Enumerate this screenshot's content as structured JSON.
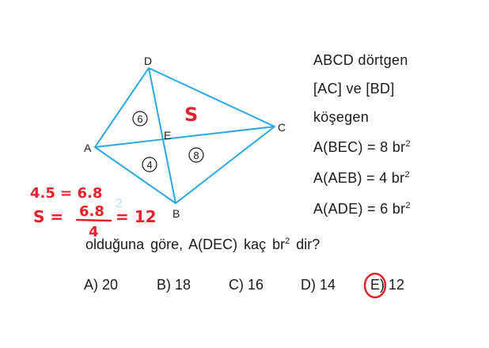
{
  "figure": {
    "vertex_labels": {
      "A": "A",
      "B": "B",
      "C": "C",
      "D": "D",
      "E": "E"
    },
    "area_labels": {
      "top_left": "6",
      "bottom_left": "4",
      "bottom_right": "8"
    },
    "unknown_area_label": "S"
  },
  "given": {
    "line1": "ABCD  dörtgen",
    "line2": "[AC]  ve  [BD]",
    "line3": "köşegen",
    "line4": "A(BEC) = 8 br",
    "line5": "A(AEB) = 4 br",
    "line6": "A(ADE) = 6 br",
    "exponent": "2"
  },
  "question": {
    "text_before": "olduğuna göre,  A(DEC)  kaç  br",
    "exponent": "2",
    "text_after": "  dir?"
  },
  "choices": [
    {
      "label": "A) 20"
    },
    {
      "label": "B) 18"
    },
    {
      "label": "C) 16"
    },
    {
      "label": "D) 14"
    },
    {
      "label": "E) 12"
    }
  ],
  "handwritten": {
    "line1": "4.5 = 6.8",
    "line2_left": "S =",
    "fraction_num": "6.8",
    "fraction_den": "4",
    "line2_right": "= 12",
    "faded_mark": "2"
  },
  "colors": {
    "figure_lines": "#29a8e0",
    "text": "#1a1a1a",
    "handwriting": "#e8202a",
    "faded_mark": "#b8e0f4"
  }
}
